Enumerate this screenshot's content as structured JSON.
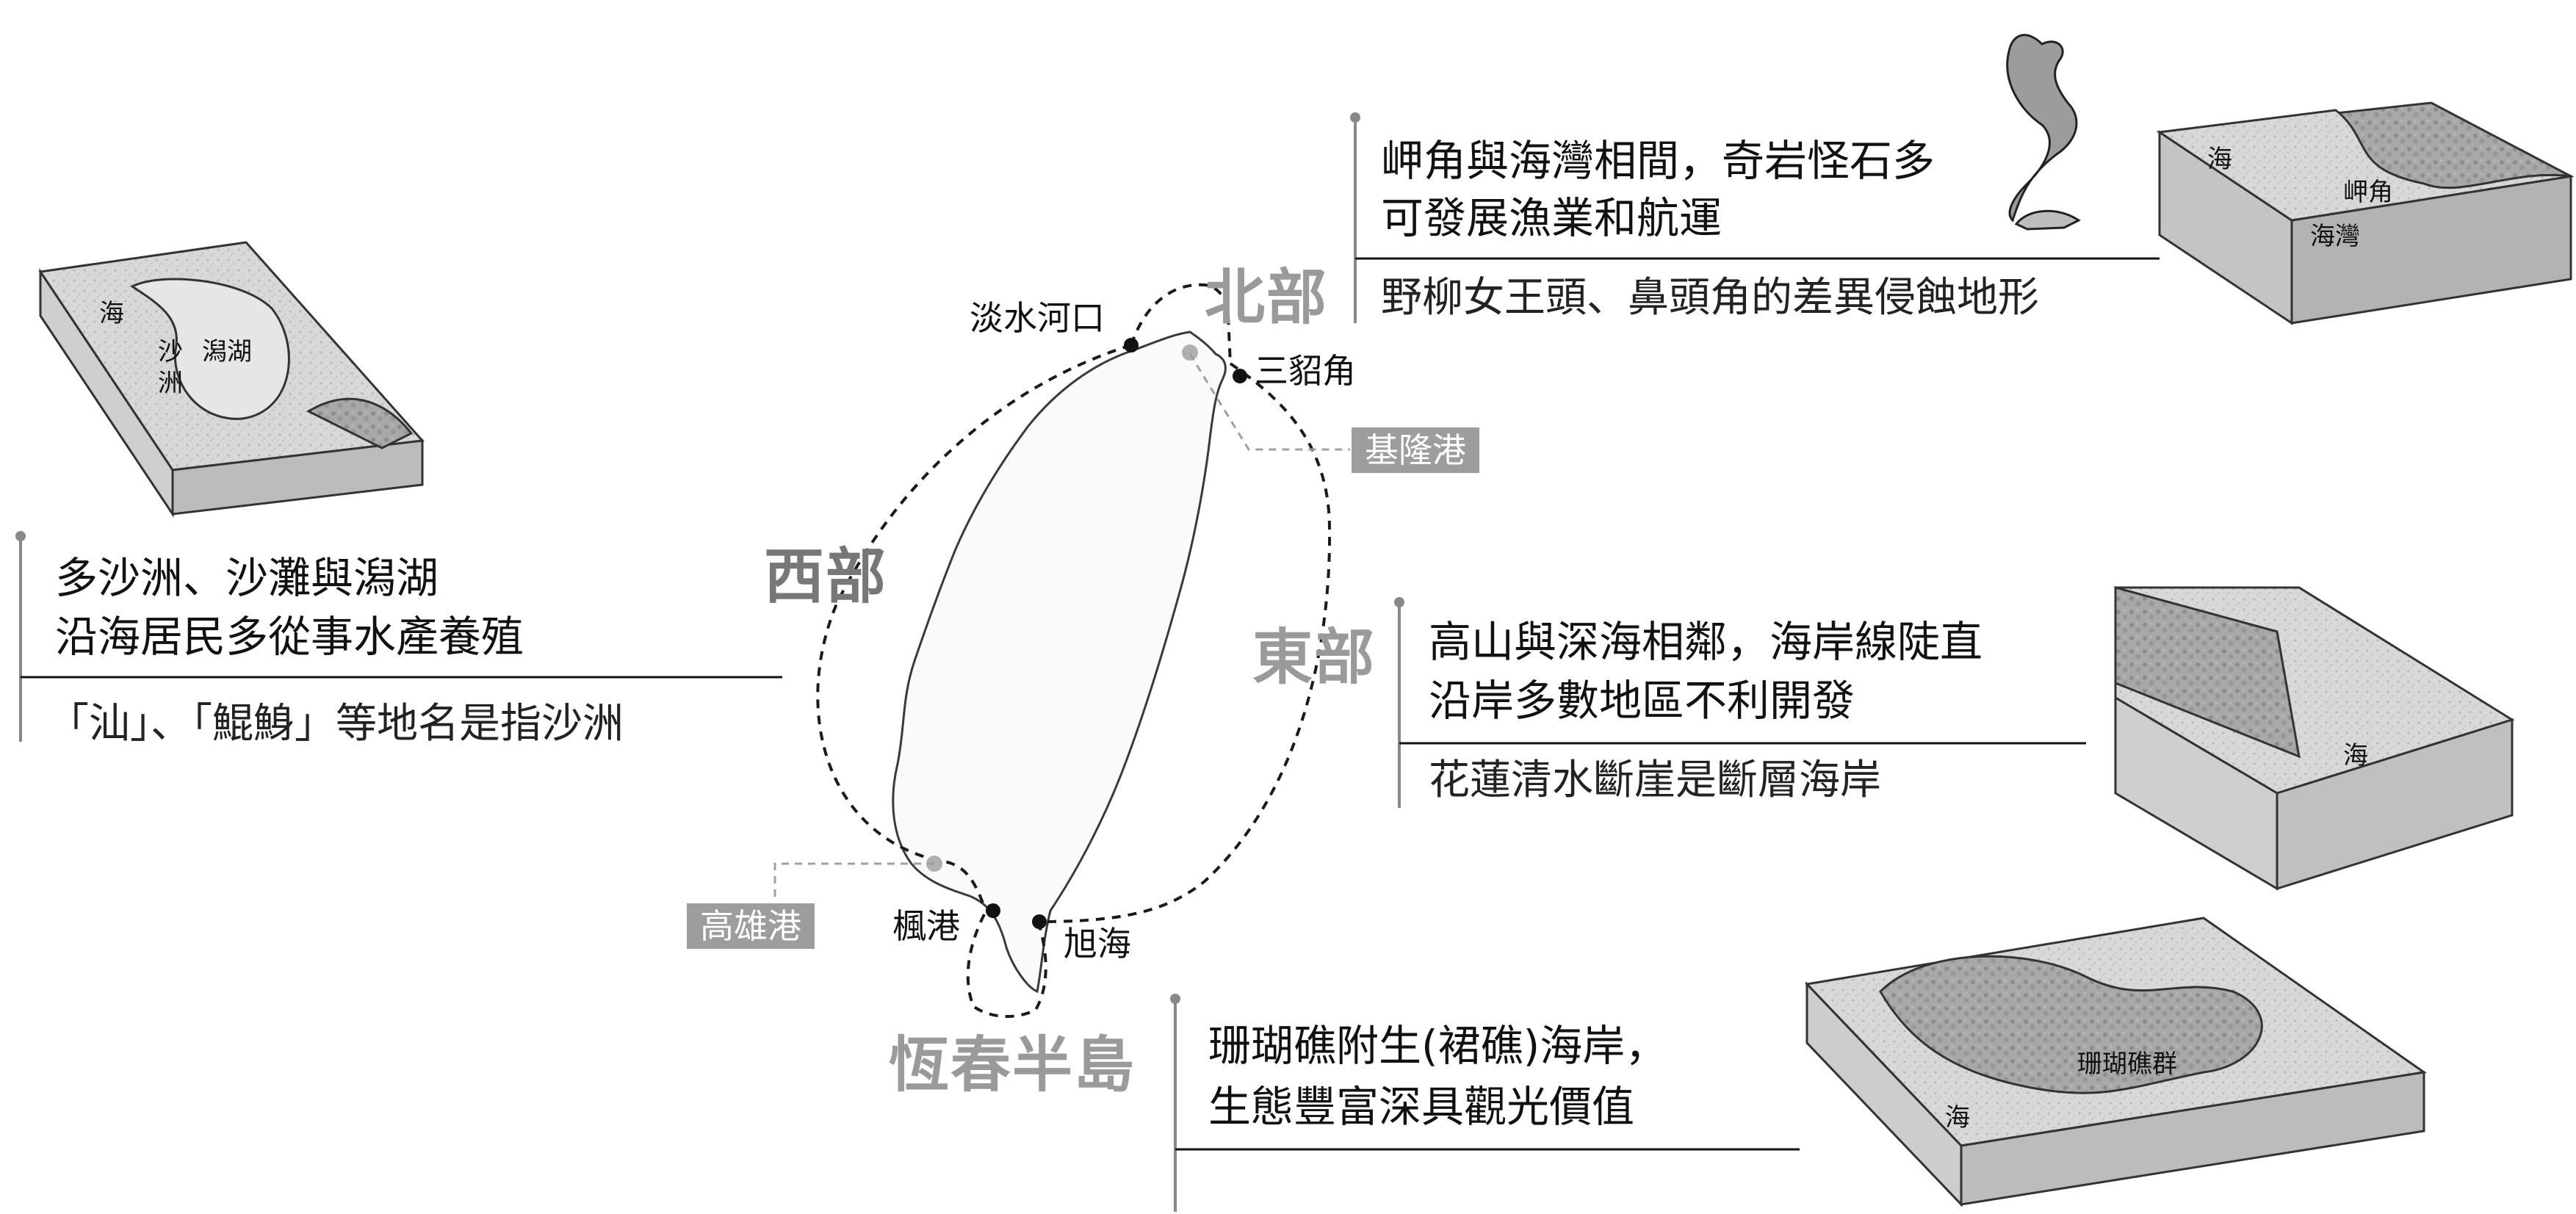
{
  "regions": {
    "north": "北部",
    "west": "西部",
    "east": "東部",
    "hengchun": "恆春半島"
  },
  "places": {
    "tamsui": "淡水河口",
    "sandiao": "三貂角",
    "fenggang": "楓港",
    "xuhai": "旭海"
  },
  "ports": {
    "keelung": "基隆港",
    "kaohsiung": "高雄港"
  },
  "north_block": {
    "line1": "岬角與海灣相間，奇岩怪石多",
    "line2": "可發展漁業和航運",
    "example": "野柳女王頭、鼻頭角的差異侵蝕地形",
    "labels": {
      "sea": "海",
      "cape": "岬角",
      "bay": "海灣"
    }
  },
  "west_block": {
    "line1": "多沙洲、沙灘與潟湖",
    "line2": "沿海居民多從事水產養殖",
    "example": "「汕」、「鯤鯓」等地名是指沙洲",
    "labels": {
      "sea": "海",
      "sandbar_1": "沙",
      "sandbar_2": "洲",
      "lagoon": "潟湖"
    }
  },
  "east_block": {
    "line1": "高山與深海相鄰，海岸線陡直",
    "line2": "沿岸多數地區不利開發",
    "example": "花蓮清水斷崖是斷層海岸",
    "labels": {
      "sea": "海"
    }
  },
  "south_block": {
    "line1": "珊瑚礁附生(裙礁)海岸，",
    "line2": "生態豐富深具觀光價值",
    "labels": {
      "sea": "海",
      "reef": "珊瑚礁群"
    }
  },
  "colors": {
    "text": "#111111",
    "gray_label": "#9a9a9a",
    "port_box": "#9d9d9d",
    "terrain": "#cfcfcf"
  }
}
